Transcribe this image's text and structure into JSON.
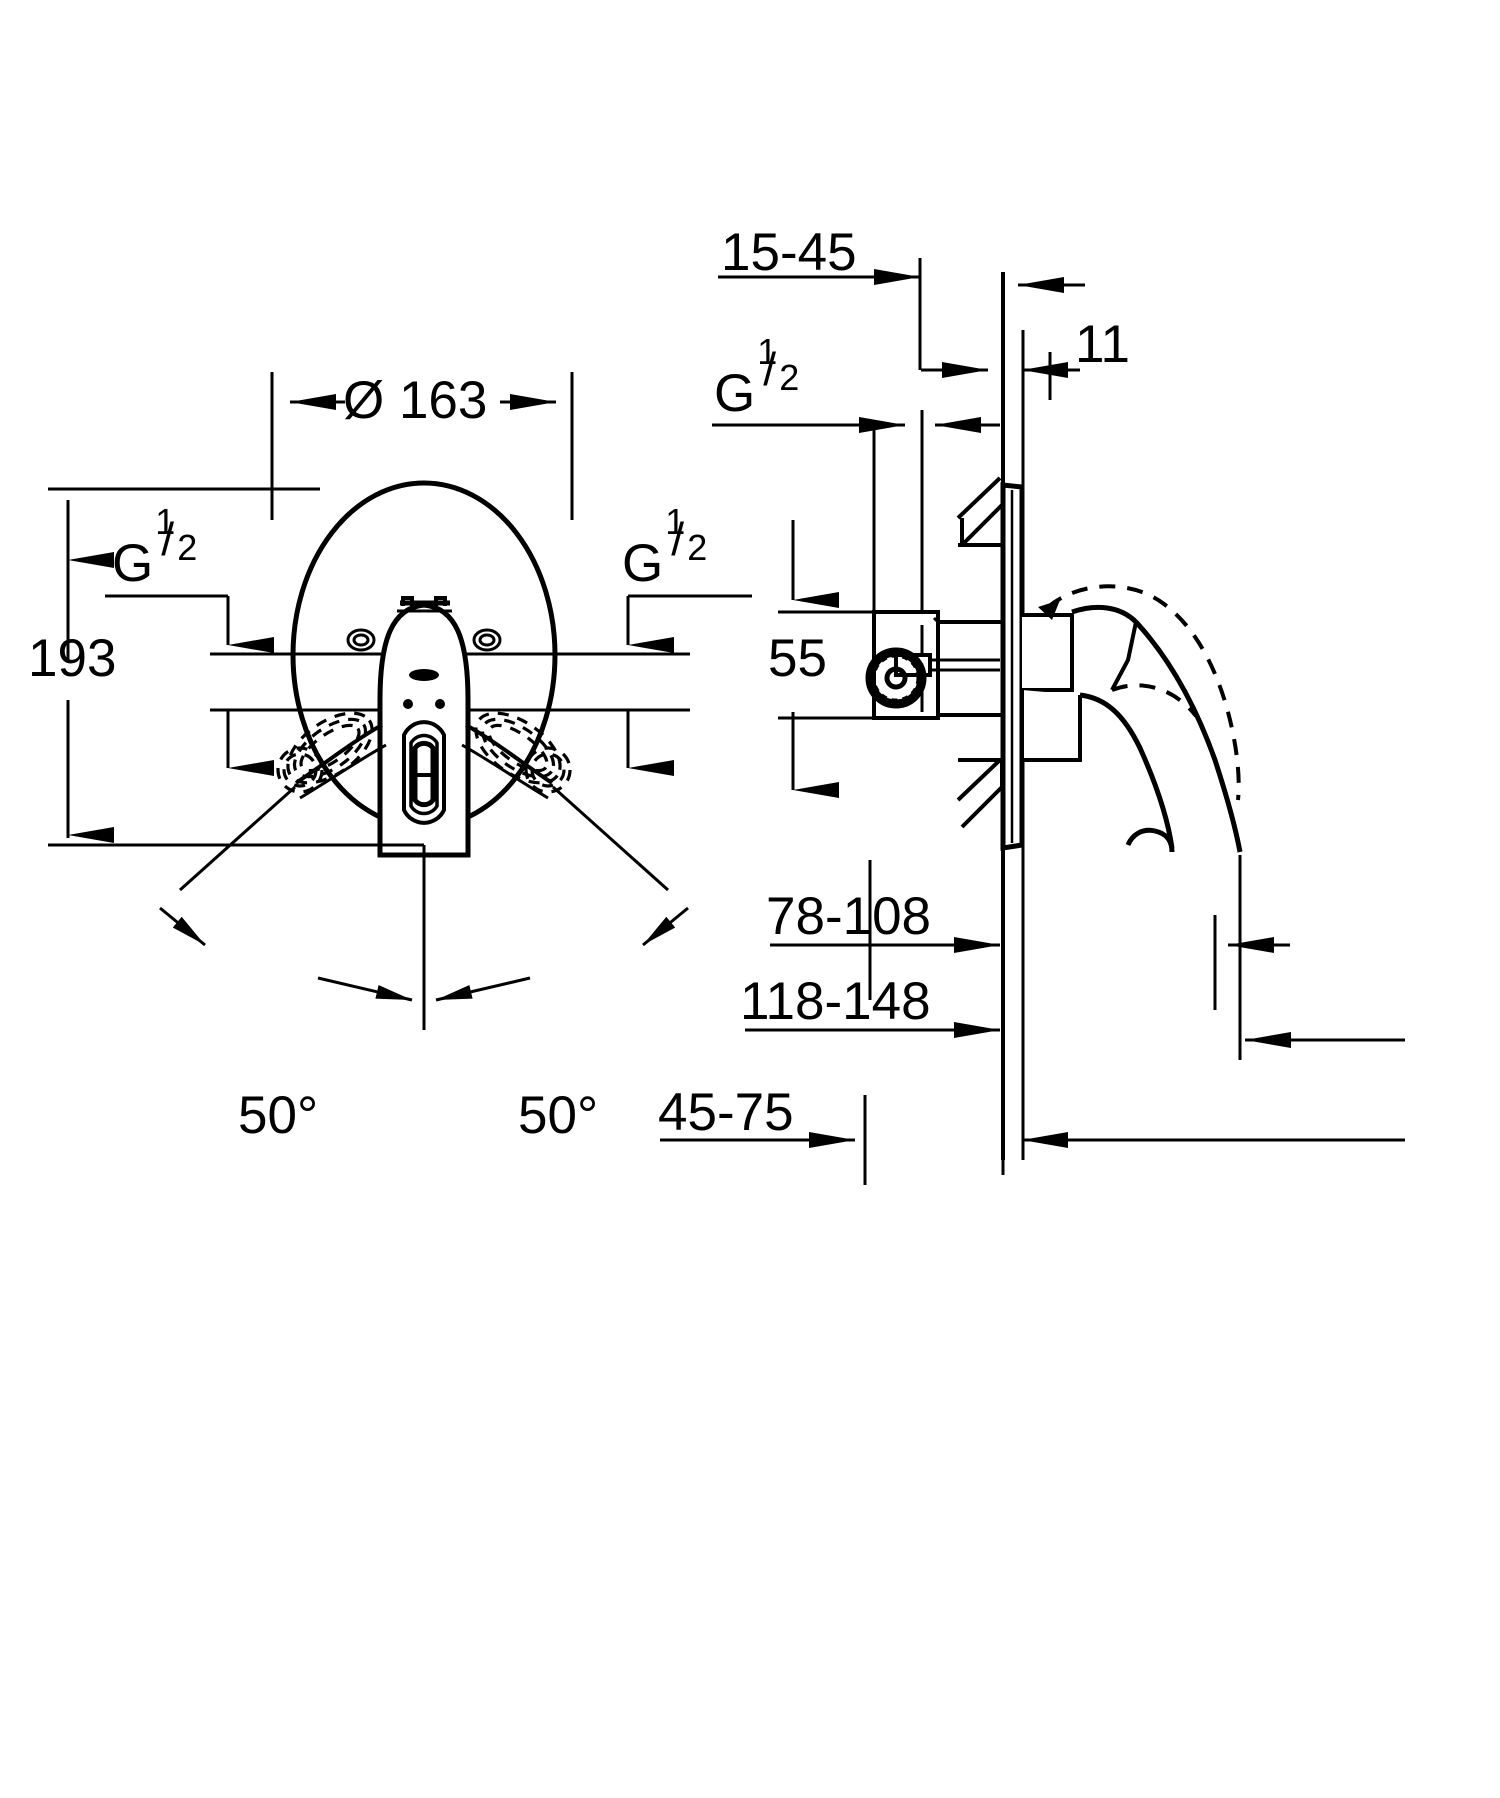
{
  "document": {
    "type": "technical-dimension-drawing",
    "subject": "Concealed single-lever bath/shower mixer trim",
    "units": "mm",
    "background_color": "#ffffff",
    "line_color": "#000000"
  },
  "views": {
    "front": {
      "name": "front-elevation-view",
      "description": "Round escutcheon plate with lever handle, front view"
    },
    "side": {
      "name": "side-section-view",
      "description": "Wall section with concealed body and lever handle, side view"
    }
  },
  "dimensions": {
    "diameter_plate": "Ø 163",
    "height_overall": "193",
    "thread_left_front": {
      "g": "G",
      "numerator": "1",
      "denominator": "2"
    },
    "thread_right_front": {
      "g": "G",
      "numerator": "1",
      "denominator": "2"
    },
    "thread_side": {
      "g": "G",
      "numerator": "1",
      "denominator": "2"
    },
    "angle_left": "50",
    "angle_right": "50",
    "degree_symbol": "°",
    "wall_depth_range": "15-45",
    "plate_thickness": "11",
    "center_height": "55",
    "projection_a": "78-108",
    "projection_b": "118-148",
    "projection_c": "45-75"
  },
  "labels": [
    {
      "id": "dia-163",
      "text": "Ø 163",
      "name": "dimension-diameter-163"
    },
    {
      "id": "h-193",
      "text": "193",
      "name": "dimension-height-193"
    },
    {
      "id": "ang-left",
      "text": "50°",
      "name": "dimension-angle-left-50"
    },
    {
      "id": "ang-right",
      "text": "50°",
      "name": "dimension-angle-right-50"
    },
    {
      "id": "d-15-45",
      "text": "15-45",
      "name": "dimension-wall-depth-15-45"
    },
    {
      "id": "d-11",
      "text": "11",
      "name": "dimension-plate-thickness-11"
    },
    {
      "id": "d-55",
      "text": "55",
      "name": "dimension-center-height-55"
    },
    {
      "id": "d-78-108",
      "text": "78-108",
      "name": "dimension-projection-78-108"
    },
    {
      "id": "d-118-148",
      "text": "118-148",
      "name": "dimension-projection-118-148"
    },
    {
      "id": "d-45-75",
      "text": "45-75",
      "name": "dimension-projection-45-75"
    }
  ]
}
